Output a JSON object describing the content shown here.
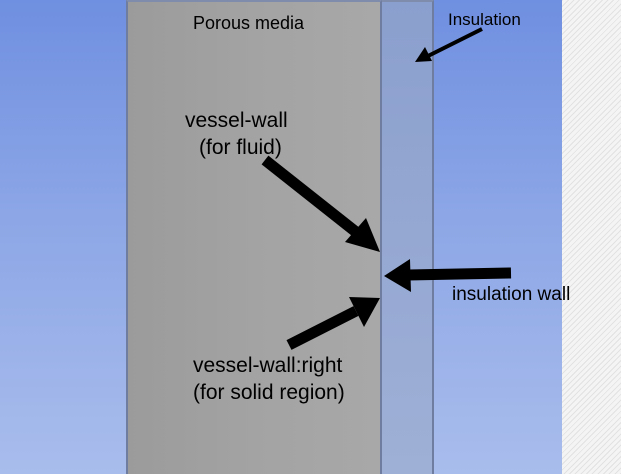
{
  "labels": {
    "porous_media": "Porous media",
    "insulation": "Insulation",
    "vessel_wall_line1": "vessel-wall",
    "vessel_wall_line2": "(for fluid)",
    "insulation_wall": "insulation wall",
    "vessel_wall_right_line1": "vessel-wall:right",
    "vessel_wall_right_line2": "(for solid region)"
  },
  "colors": {
    "background_top": "#6f8fe0",
    "background_bottom": "#a9bdec",
    "porous_region": "#a3a3a3",
    "insulation_region": "#95a8d2",
    "arrow": "#000000",
    "text": "#000000"
  }
}
